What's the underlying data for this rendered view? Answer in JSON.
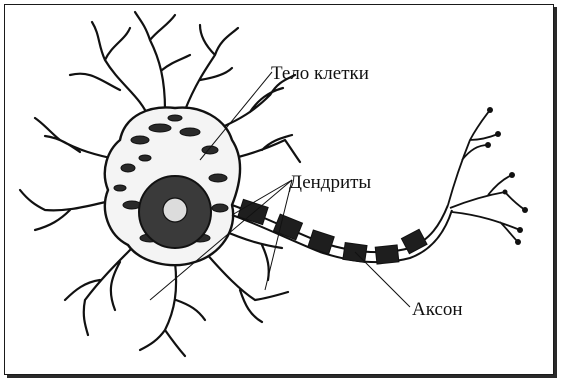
{
  "labels": {
    "cell_body": "Тело клетки",
    "dendrites": "Дендриты",
    "axon": "Аксон"
  },
  "colors": {
    "ink": "#111111",
    "background": "#ffffff"
  }
}
